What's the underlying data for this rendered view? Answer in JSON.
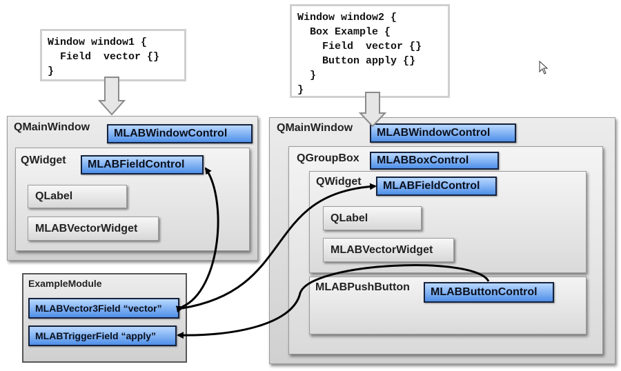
{
  "code_window1": [
    "Window window1 {",
    "  Field  vector {}",
    "}"
  ],
  "code_window2": [
    "Window window2 {",
    "  Box Example {",
    "    Field  vector {}",
    "    Button apply {}",
    "  }",
    "}"
  ],
  "left": {
    "main_window": "QMainWindow",
    "window_control": "MLABWindowControl",
    "widget": "QWidget",
    "field_control": "MLABFieldControl",
    "qlabel": "QLabel",
    "vector_widget": "MLABVectorWidget"
  },
  "right": {
    "main_window": "QMainWindow",
    "window_control": "MLABWindowControl",
    "groupbox": "QGroupBox",
    "box_control": "MLABBoxControl",
    "widget": "QWidget",
    "field_control": "MLABFieldControl",
    "qlabel": "QLabel",
    "vector_widget": "MLABVectorWidget",
    "push_button": "MLABPushButton",
    "button_control": "MLABButtonControl"
  },
  "module": {
    "title": "ExampleModule",
    "vector_field": "MLABVector3Field “vector”",
    "trigger_field": "MLABTriggerField “apply”"
  },
  "colors": {
    "blue_top": "#b9d8ff",
    "blue_bottom": "#4f8fe8",
    "gray_panel": "#dcdcdc"
  }
}
